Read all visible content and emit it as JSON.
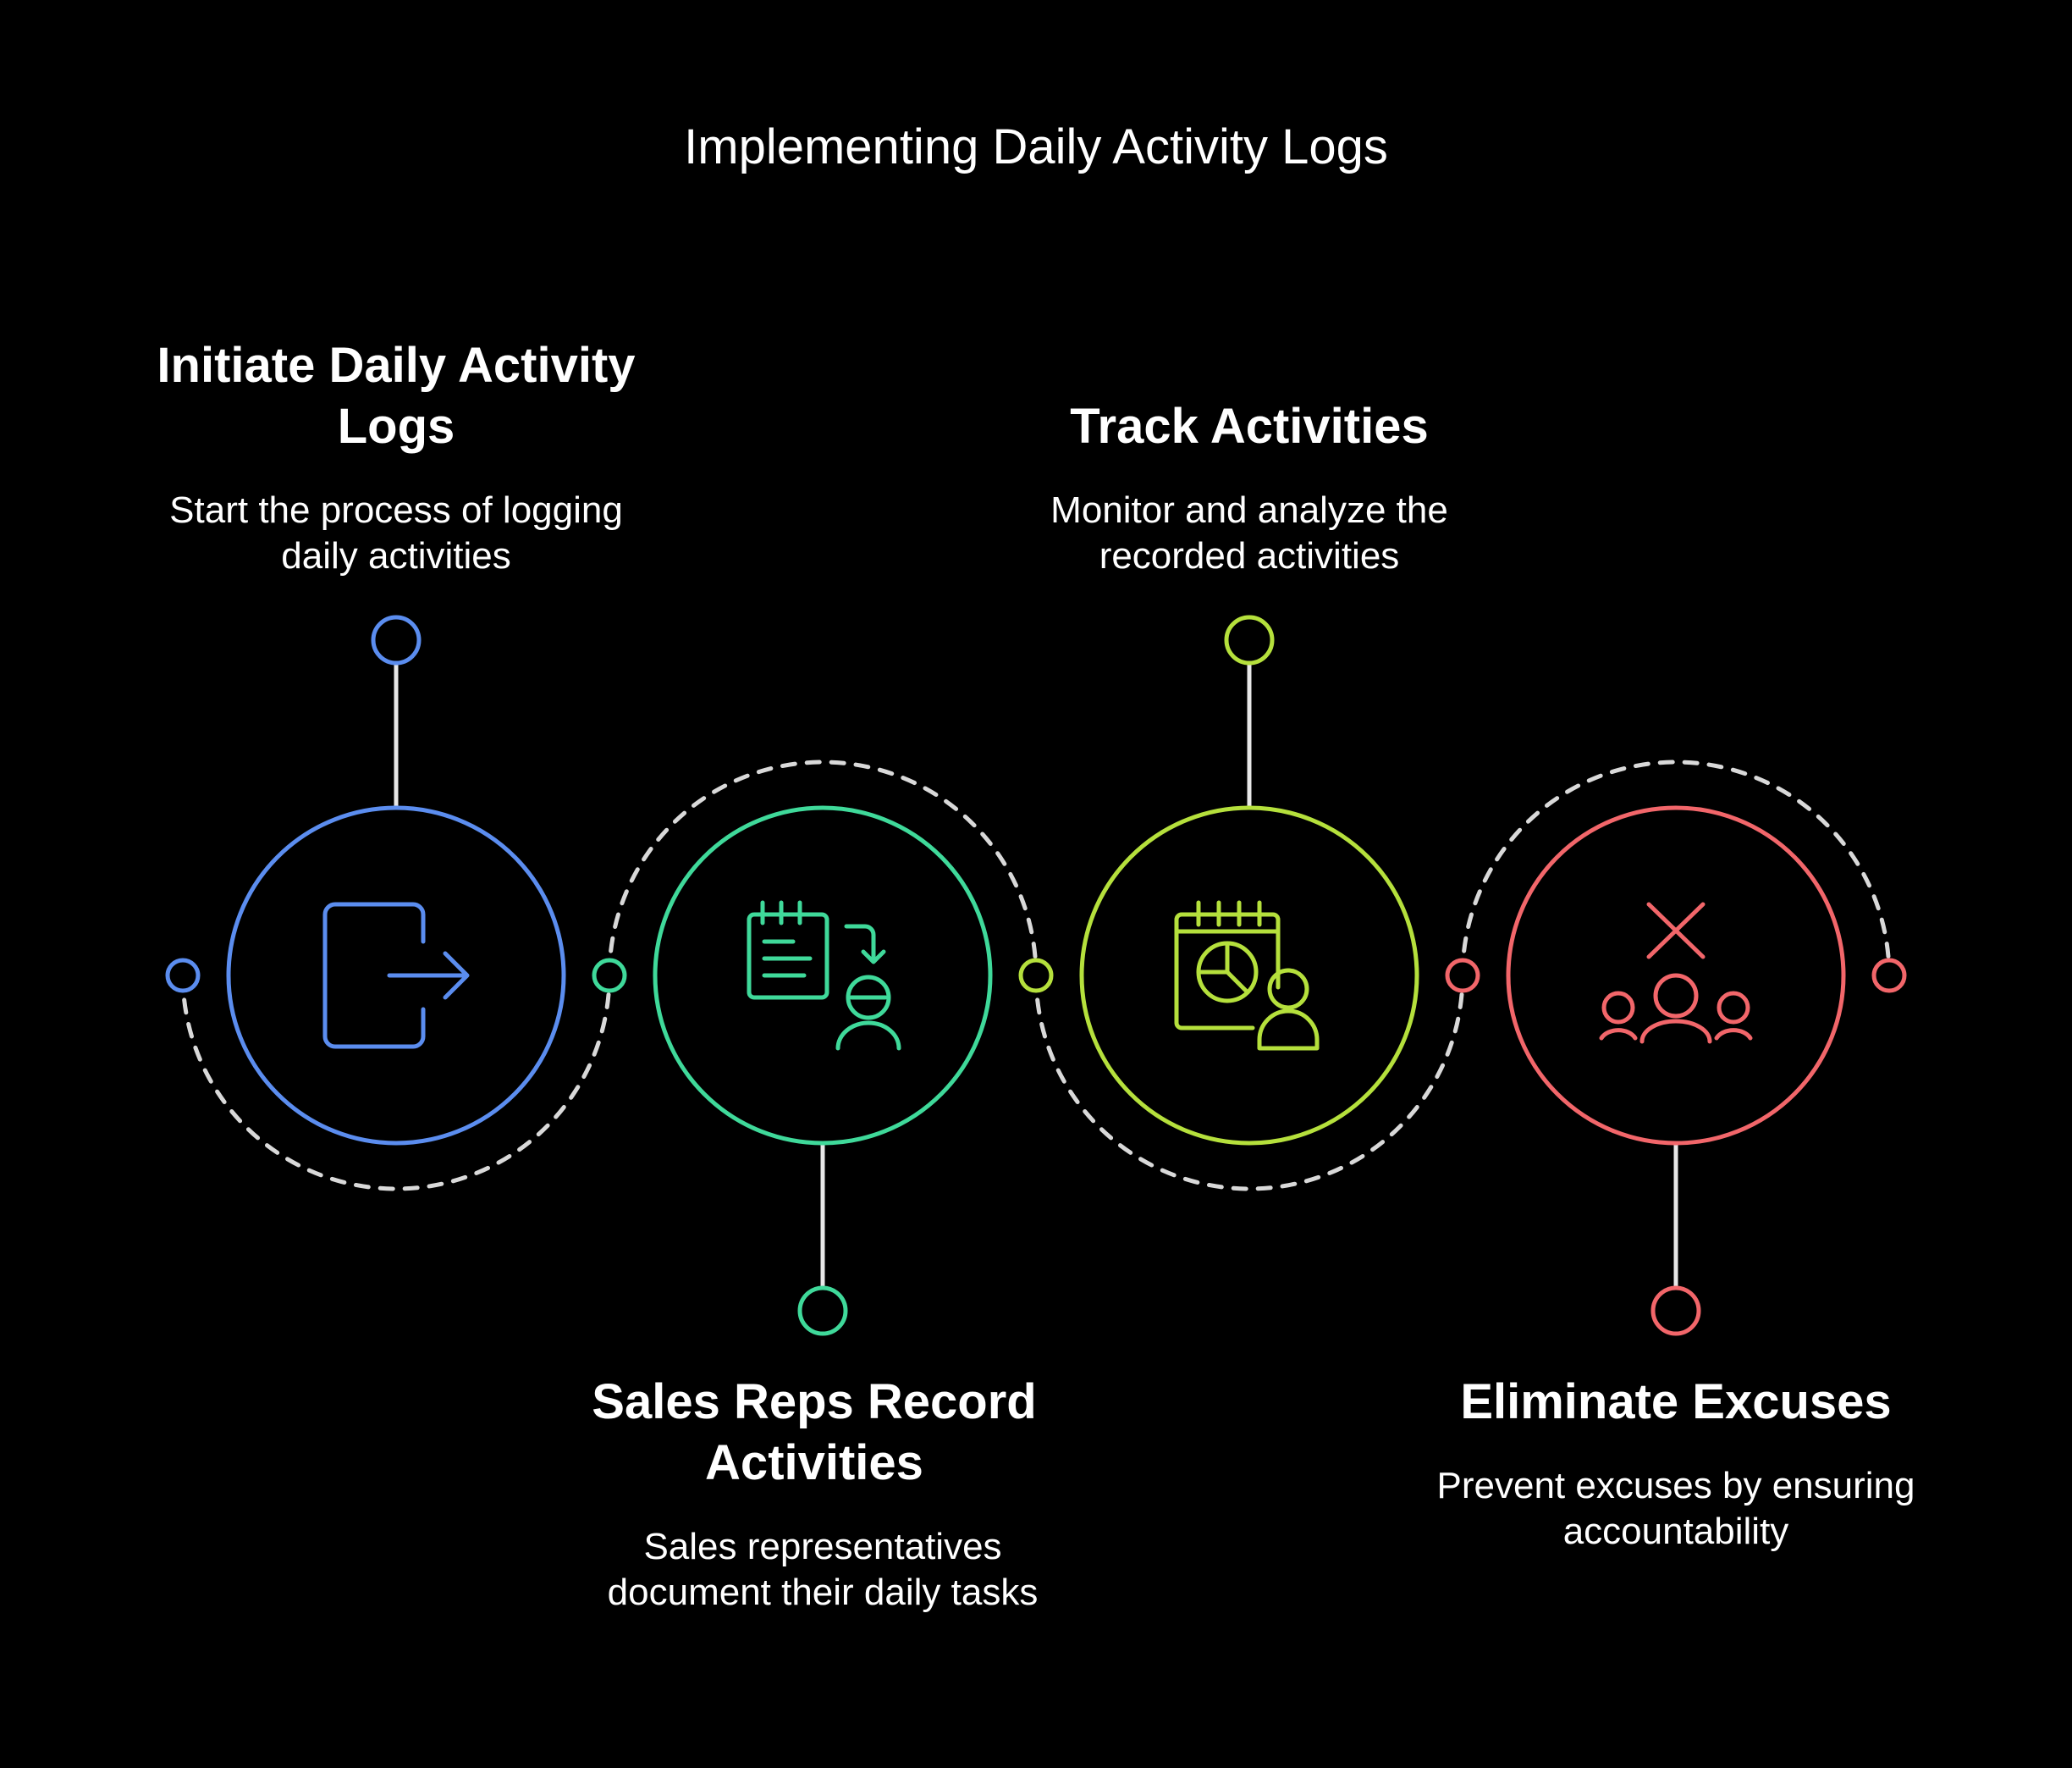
{
  "title": "Implementing Daily Activity Logs",
  "colors": {
    "background": "#000000",
    "connector": "#e8e8e8",
    "dashed_path": "#d9d9d9"
  },
  "steps": [
    {
      "heading": "Initiate Daily Activity Logs",
      "description": "Start the process of logging daily activities",
      "icon": "exit-door-arrow-icon",
      "color": "#5b8def"
    },
    {
      "heading": "Sales Reps Record Activities",
      "description": "Sales representatives document their daily tasks",
      "icon": "notepad-record-person-icon",
      "color": "#3fd99a"
    },
    {
      "heading": "Track Activities",
      "description": "Monitor and analyze the recorded activities",
      "icon": "calendar-chart-person-icon",
      "color": "#b5e03c"
    },
    {
      "heading": "Eliminate Excuses",
      "description": "Prevent excuses by ensuring accountability",
      "icon": "cross-team-icon",
      "color": "#f2666a"
    }
  ]
}
